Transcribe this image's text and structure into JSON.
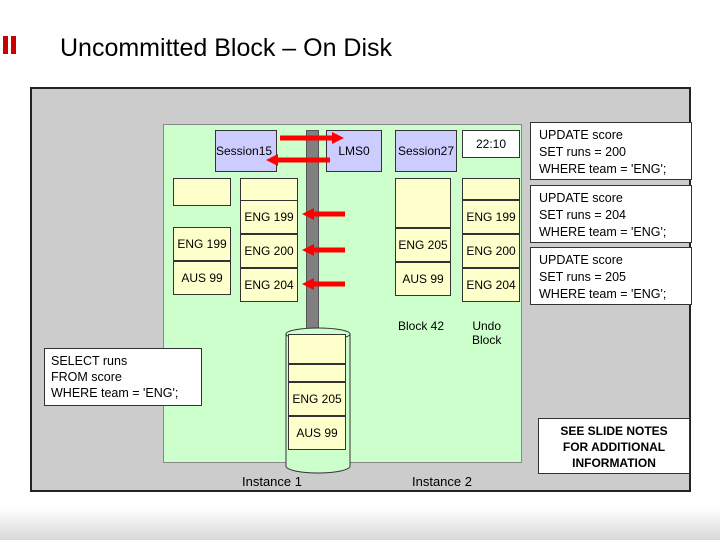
{
  "title": "Uncommitted Block – On Disk",
  "instance1": {
    "label": "Instance 1",
    "session_label": "Session15",
    "buffer_cells": [
      "ENG 199",
      "ENG 200",
      "ENG 204"
    ],
    "row_cells": [
      "ENG 199",
      "AUS 99"
    ]
  },
  "lms_label": "LMS0",
  "instance2": {
    "label": "Instance 2",
    "session_label": "Session27",
    "time": "22:10",
    "block_cells": [
      "ENG 205",
      "AUS 99"
    ],
    "undo_cells": [
      "ENG 199",
      "ENG 200",
      "ENG 204"
    ],
    "block_label": "Block 42",
    "undo_label": "Undo\nBlock"
  },
  "disk": {
    "cells": [
      "ENG 205",
      "AUS 99"
    ]
  },
  "select_query": "SELECT runs\nFROM score\nWHERE team = 'ENG';",
  "updates": [
    "UPDATE score\nSET runs = 200\nWHERE team = 'ENG';",
    "UPDATE score\nSET runs = 204\nWHERE team = 'ENG';",
    "UPDATE score\nSET runs = 205\nWHERE team = 'ENG';"
  ],
  "slide_note": "SEE SLIDE NOTES\nFOR ADDITIONAL\nINFORMATION",
  "colors": {
    "arrow": "#ff0000",
    "panel": "#cccccc",
    "instance_bg": "#ccffcc",
    "session": "#ccccff",
    "block": "#ffffcc",
    "interconnect": "#808080"
  }
}
